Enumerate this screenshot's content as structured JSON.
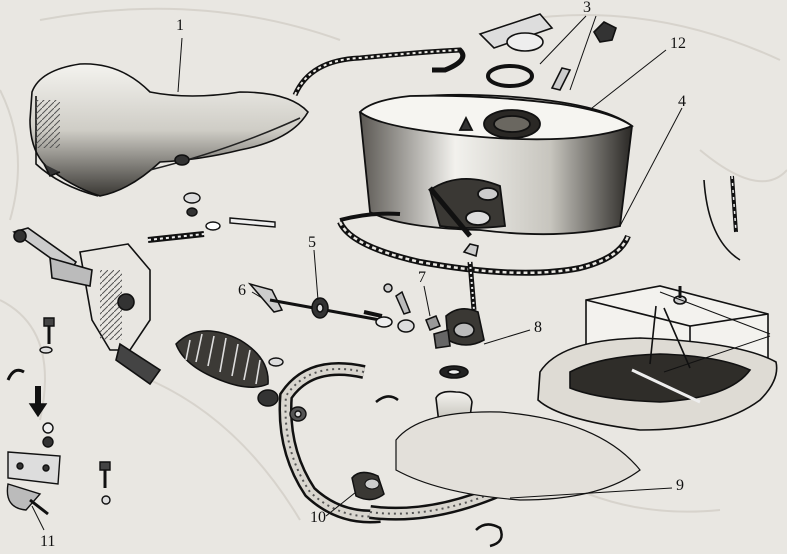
{
  "diagram": {
    "callouts": [
      {
        "id": "c1",
        "label": "1"
      },
      {
        "id": "c3",
        "label": "3"
      },
      {
        "id": "c12",
        "label": "12"
      },
      {
        "id": "c4",
        "label": "4"
      },
      {
        "id": "c5",
        "label": "5"
      },
      {
        "id": "c6",
        "label": "6"
      },
      {
        "id": "c7",
        "label": "7"
      },
      {
        "id": "c8",
        "label": "8"
      },
      {
        "id": "c9",
        "label": "9"
      },
      {
        "id": "c10",
        "label": "10"
      },
      {
        "id": "c11",
        "label": "11"
      }
    ]
  }
}
